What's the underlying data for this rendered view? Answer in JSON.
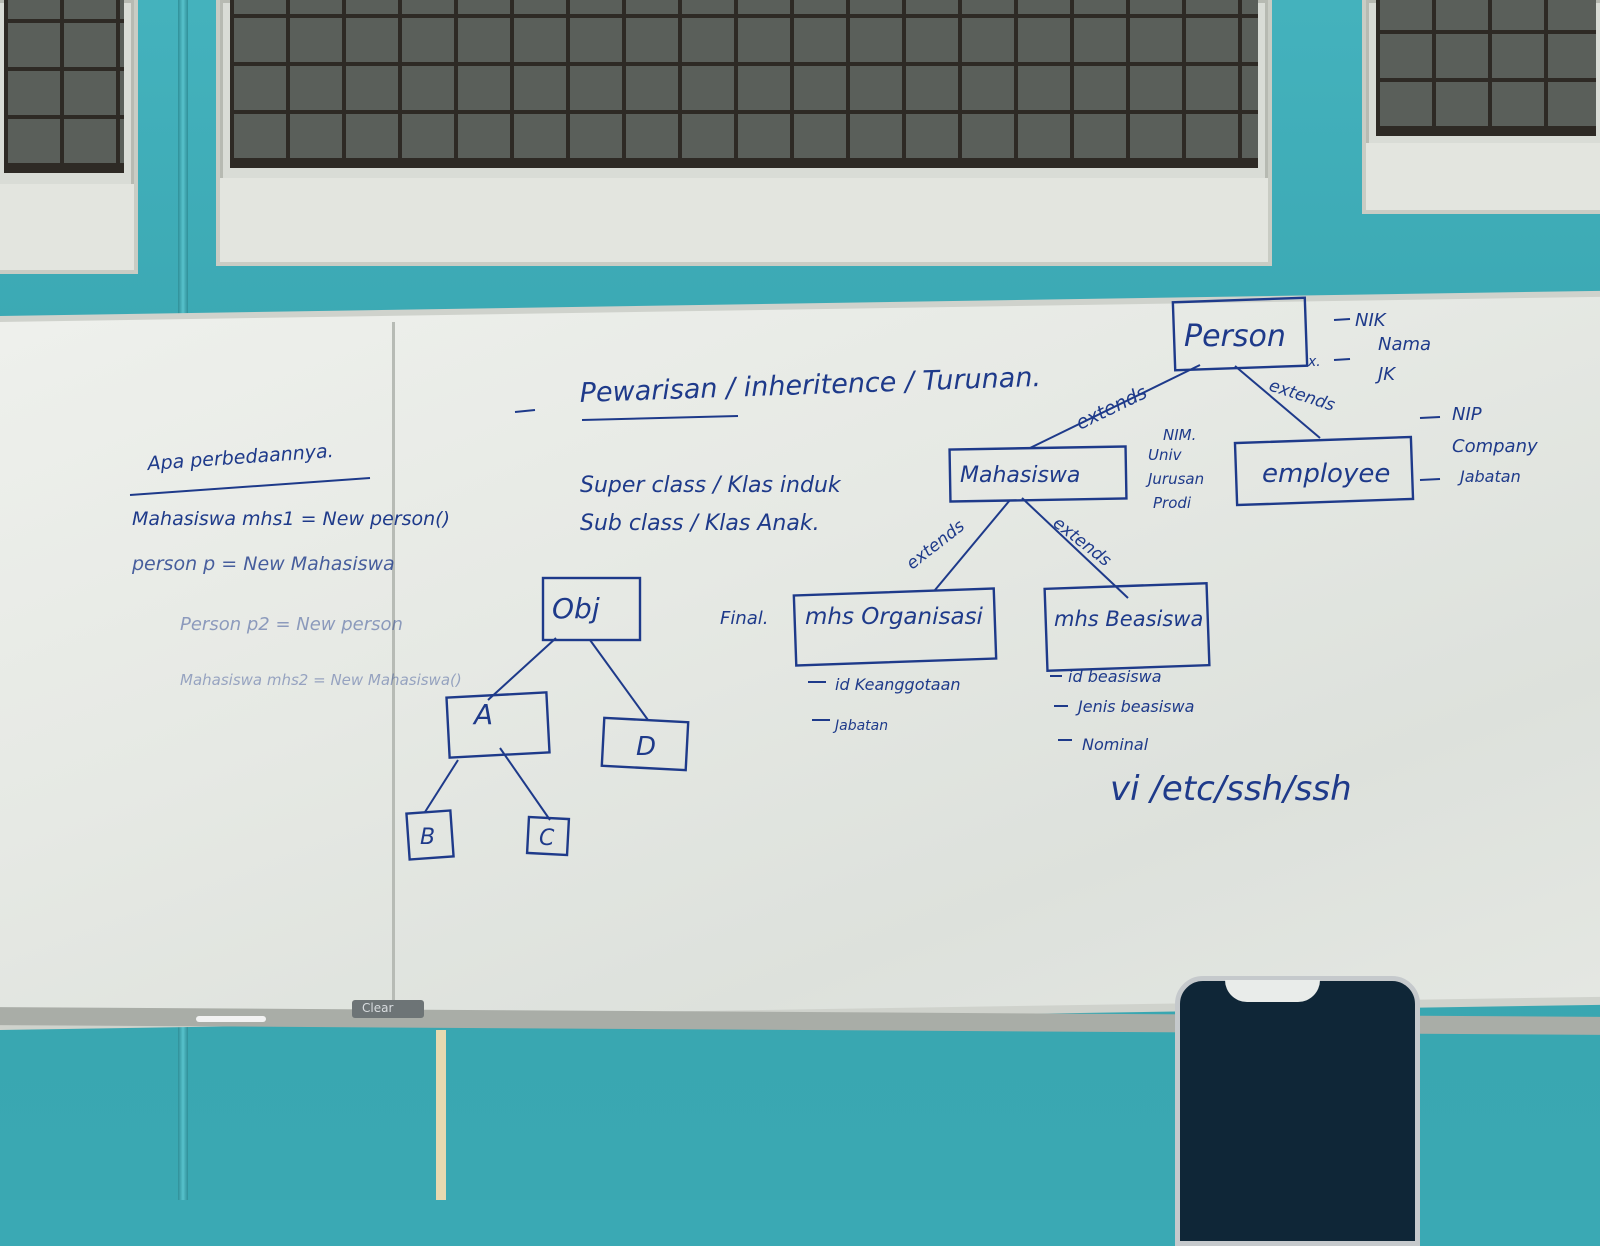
{
  "board": {
    "header": "Pewarisan / inheritence / Turunan.",
    "definitions": [
      "Super class / Klas induk",
      "Sub class / Klas Anak."
    ],
    "left_title": "Apa perbedaannya.",
    "left_lines": [
      "Mahasiswa mhs1 = New person()",
      "person p = New Mahasiswa",
      "Person p2 = New person",
      "Mahasiswa mhs2 = New Mahasiswa()"
    ],
    "tree": {
      "root": "Obj",
      "a": "A",
      "d": "D",
      "b": "B",
      "c": "C"
    },
    "uml": {
      "person": "Person",
      "person_attrs": [
        "NIK",
        "Nama",
        "JK"
      ],
      "person_attr_mark": "x.",
      "extends_label": "extends",
      "mahasiswa": "Mahasiswa",
      "mahasiswa_attrs": [
        "NIM.",
        "Univ",
        "Jurusan",
        "Prodi"
      ],
      "employee": "employee",
      "employee_attrs": [
        "NIP",
        "Company",
        "Jabatan"
      ],
      "final_label": "Final.",
      "mhs_organisasi": "mhs Organisasi",
      "organisasi_attrs": [
        "id Keanggotaan",
        "Jabatan"
      ],
      "mhs_beasiswa": "mhs Beasiswa",
      "beasiswa_attrs": [
        "id beasiswa",
        "Jenis beasiswa",
        "Nominal"
      ]
    },
    "path_text": "vi /etc/ssh/ssh",
    "eraser_label": "Clear"
  }
}
